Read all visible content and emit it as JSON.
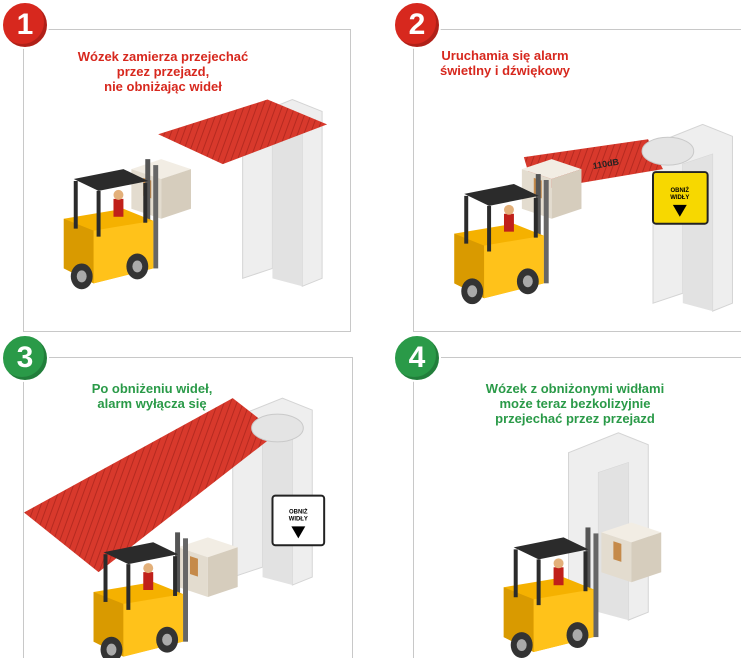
{
  "colors": {
    "alarm_red": "#d7281e",
    "ok_green": "#2a9a48",
    "forklift_yellow": "#f5b100",
    "light_curtain": "#d83a2e"
  },
  "steps": [
    {
      "number": "1",
      "badge_color": "#d7281e",
      "lines": [
        "Wózek zamierza przejechać",
        "przez przejazd,",
        "nie obniżając wideł"
      ]
    },
    {
      "number": "2",
      "badge_color": "#d7281e",
      "lines": [
        "Uruchamia się alarm",
        "świetlny i dźwiękowy"
      ],
      "sound_label": "110dB",
      "sign_text": [
        "OBNIŻ",
        "WIDŁY"
      ]
    },
    {
      "number": "3",
      "badge_color": "#2a9a48",
      "lines": [
        "Po obniżeniu wideł,",
        "alarm wyłącza się"
      ],
      "sign_text": [
        "OBNIŻ",
        "WIDŁY"
      ]
    },
    {
      "number": "4",
      "badge_color": "#2a9a48",
      "lines": [
        "Wózek z obniżonymi widłami",
        "może teraz bezkolizyjnie",
        "przejechać przez przejazd"
      ]
    }
  ]
}
